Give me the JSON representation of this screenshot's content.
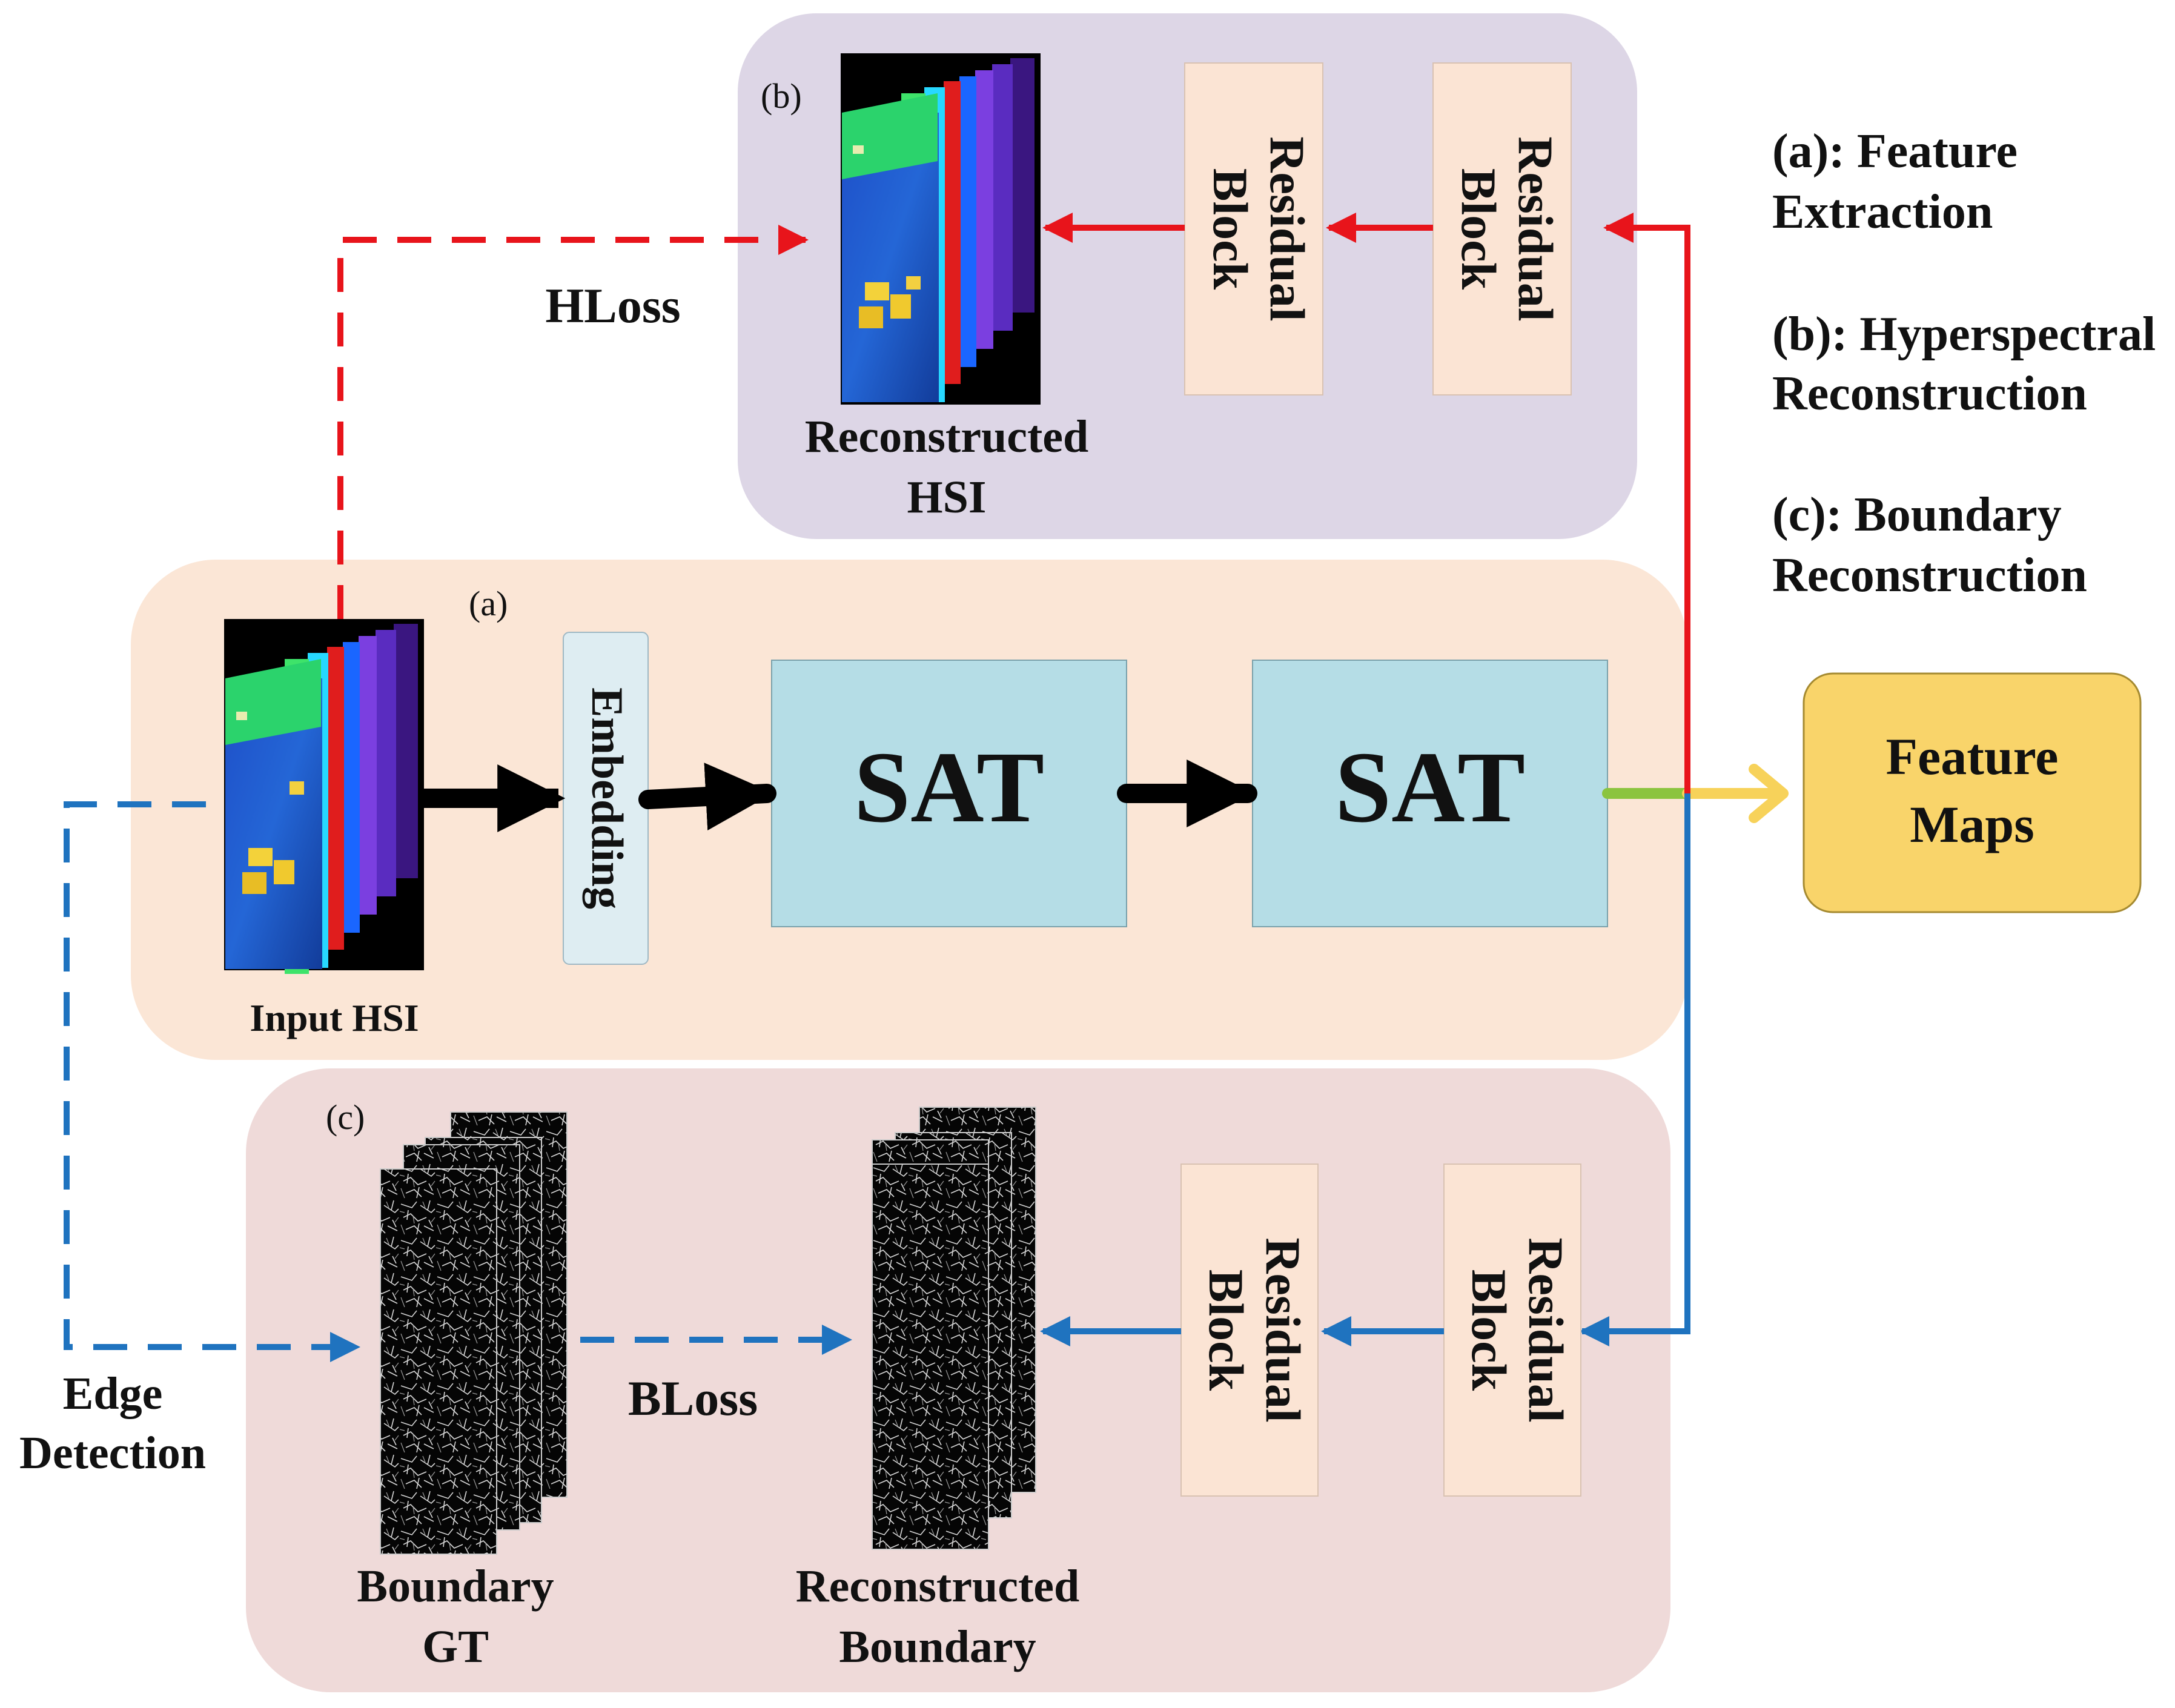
{
  "panels": {
    "a": {
      "label": "(a)"
    },
    "b": {
      "label": "(b)"
    },
    "c": {
      "label": "(c)"
    }
  },
  "input": {
    "caption": "Input HSI"
  },
  "embedding": {
    "label": "Embedding"
  },
  "sat": {
    "label_1": "SAT",
    "label_2": "SAT"
  },
  "output": {
    "label_line1": "Feature",
    "label_line2": "Maps"
  },
  "recon_hsi": {
    "caption_line1": "Reconstructed",
    "caption_line2": "HSI",
    "residual_label_line1": "Residual",
    "residual_label_line2": "Block"
  },
  "losses": {
    "hloss": "HLoss",
    "bloss": "BLoss"
  },
  "edge": {
    "line1": "Edge",
    "line2": "Detection"
  },
  "boundary": {
    "gt_line1": "Boundary",
    "gt_line2": "GT",
    "recon_line1": "Reconstructed",
    "recon_line2": "Boundary"
  },
  "legend": {
    "a_line1": "(a): Feature",
    "a_line2": "Extraction",
    "b_line1": "(b): Hyperspectral",
    "b_line2": "Reconstruction",
    "c_line1": "(c): Boundary",
    "c_line2": "Reconstruction"
  },
  "colors": {
    "panel_a": "#fbe6d6",
    "panel_b": "#ddd6e6",
    "panel_c": "#efdad9",
    "sat_fill": "#b5dde6",
    "residual_fill": "#fbe4d4",
    "embedding_fill": "#deedf2",
    "feature_fill": "#f9d46a",
    "red_arrow": "#e8141b",
    "blue_arrow": "#1f73bf",
    "green_arrow": "#8bc43f",
    "yellow_arrow": "#f7d25a"
  }
}
